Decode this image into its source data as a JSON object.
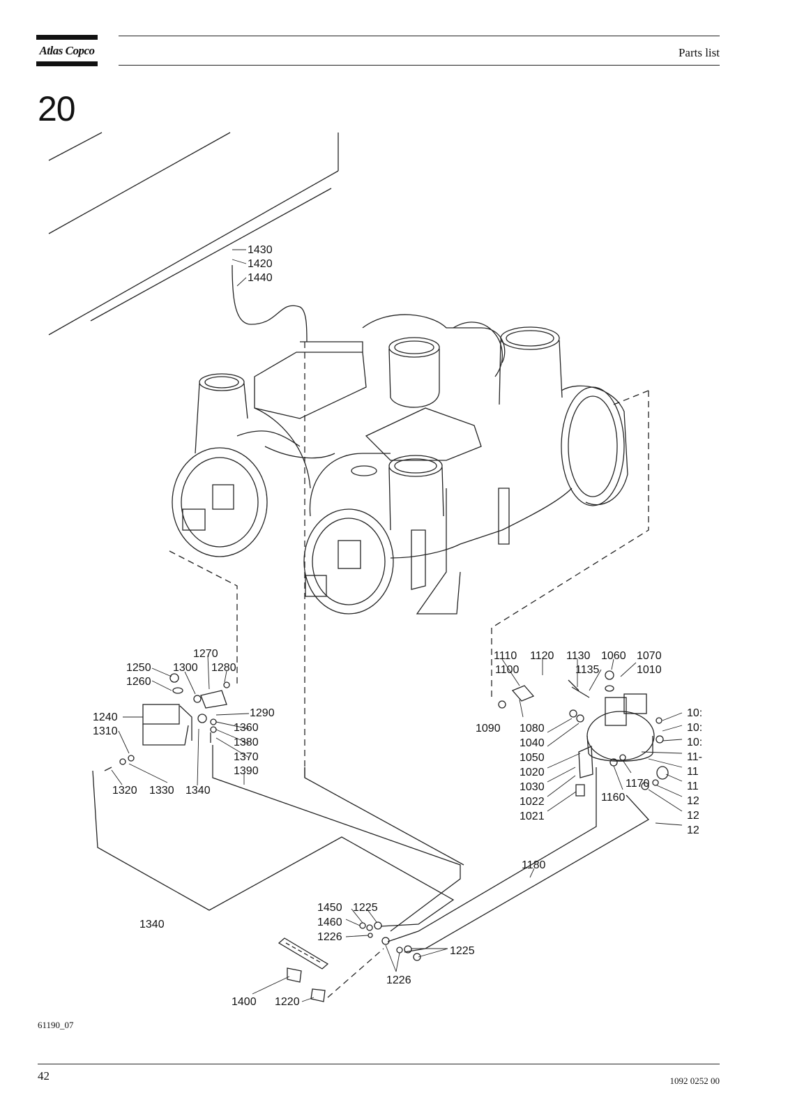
{
  "header": {
    "logo_text": "Atlas Copco",
    "section_title": "Parts list",
    "section_number": "20"
  },
  "footer": {
    "figure_code": "61190_07",
    "page_number": "42",
    "document_number": "1092 0252 00"
  },
  "callouts": [
    "1430",
    "1420",
    "1440",
    "1270",
    "1250",
    "1300",
    "1280",
    "1260",
    "1240",
    "1290",
    "1310",
    "1360",
    "1380",
    "1370",
    "1390",
    "1320",
    "1330",
    "1340",
    "1340",
    "1110",
    "1120",
    "1130",
    "1060",
    "1070",
    "1100",
    "1135",
    "1010",
    "1090",
    "1080",
    "1040",
    "1050",
    "1020",
    "1030",
    "1022",
    "1021",
    "1170",
    "1160",
    "1180",
    "10:",
    "10:",
    "10:",
    "11-",
    "11",
    "11",
    "12",
    "12",
    "12",
    "1450",
    "1225",
    "1460",
    "1226",
    "1225",
    "1226",
    "1400",
    "1220"
  ]
}
